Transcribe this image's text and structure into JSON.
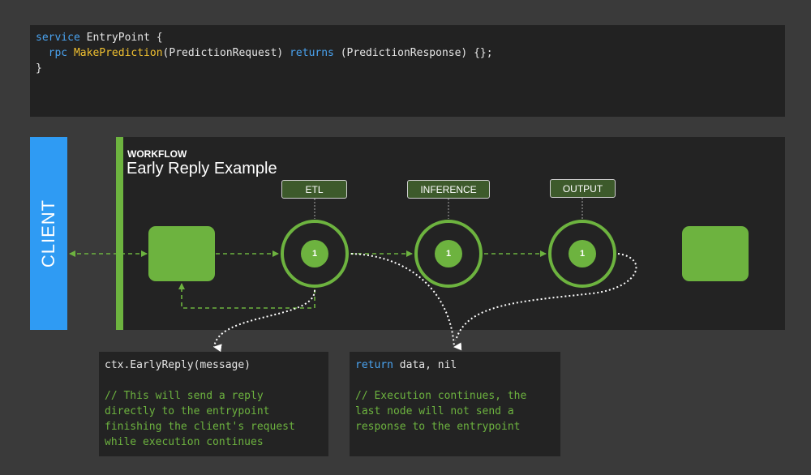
{
  "proto_snippet": {
    "line1": {
      "kw": "service",
      "rest": " EntryPoint {"
    },
    "line2": {
      "indent": "  ",
      "kw1": "rpc",
      "space1": " ",
      "fn": "MakePrediction",
      "mid": "(PredictionRequest) ",
      "kw2": "returns",
      "rest": " (PredictionResponse) {};"
    },
    "line3": "}"
  },
  "client_label": "CLIENT",
  "workflow": {
    "eyebrow": "WORKFLOW",
    "title": "Early Reply Example",
    "stages": [
      {
        "label": "ETL",
        "badge": "1"
      },
      {
        "label": "INFERENCE",
        "badge": "1"
      },
      {
        "label": "OUTPUT",
        "badge": "1"
      }
    ]
  },
  "early_reply_box": {
    "call": "ctx.EarlyReply(message)",
    "comment": [
      "// This will send a reply",
      "directly to the entrypoint",
      "finishing the client's request",
      "while execution continues"
    ]
  },
  "return_box": {
    "kw": "return",
    "rest": " data, nil",
    "comment": [
      "// Execution continues, the",
      "last node will not send a",
      "response to the entrypoint"
    ]
  },
  "colors": {
    "background": "#3a3a3a",
    "panel": "#232323",
    "accent_green": "#6db33f",
    "client_blue": "#2f9bf3",
    "keyword_blue": "#4aa3f0",
    "function_yellow": "#f0c030"
  }
}
